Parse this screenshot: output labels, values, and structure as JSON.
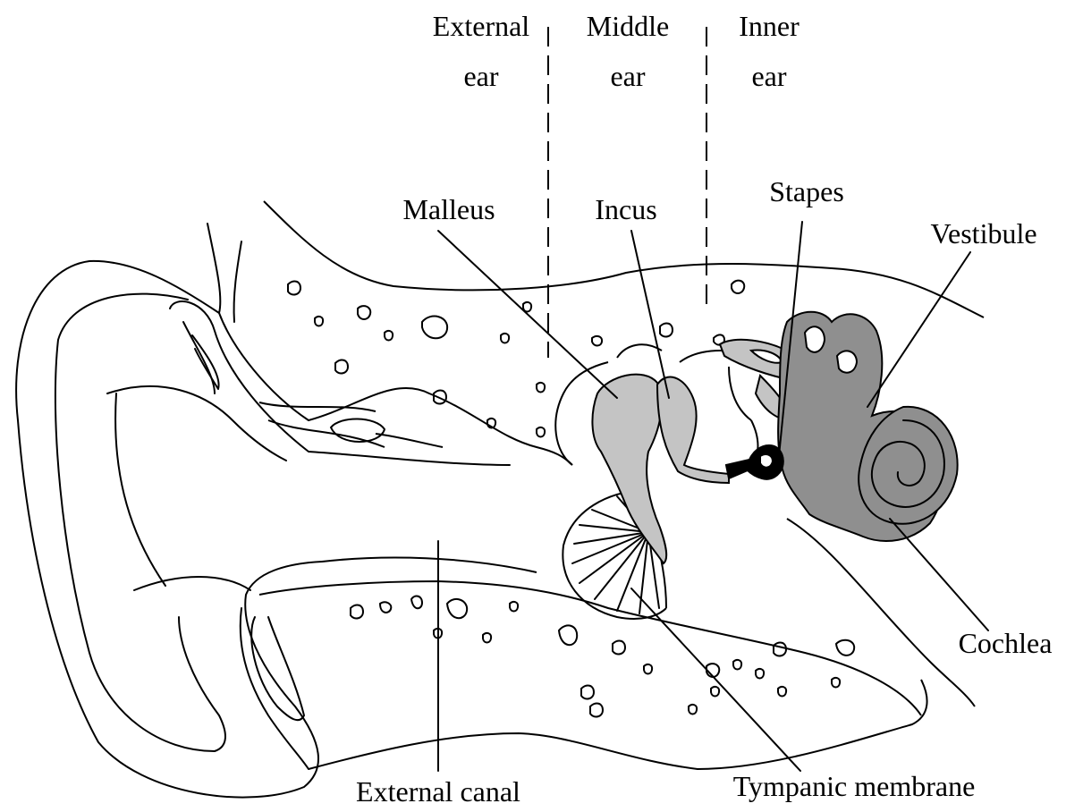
{
  "regions": {
    "external": [
      "External",
      "ear"
    ],
    "middle": [
      "Middle",
      "ear"
    ],
    "inner": [
      "Inner",
      "ear"
    ]
  },
  "labels": {
    "malleus": "Malleus",
    "incus": "Incus",
    "stapes": "Stapes",
    "vestibule": "Vestibule",
    "cochlea": "Cochlea",
    "external_canal": "External canal",
    "tympanic_membrane": "Tympanic membrane"
  },
  "colors": {
    "ossicles": "#c4c4c4",
    "inner_ear": "#8f8f8f",
    "stapes": "#000000"
  }
}
